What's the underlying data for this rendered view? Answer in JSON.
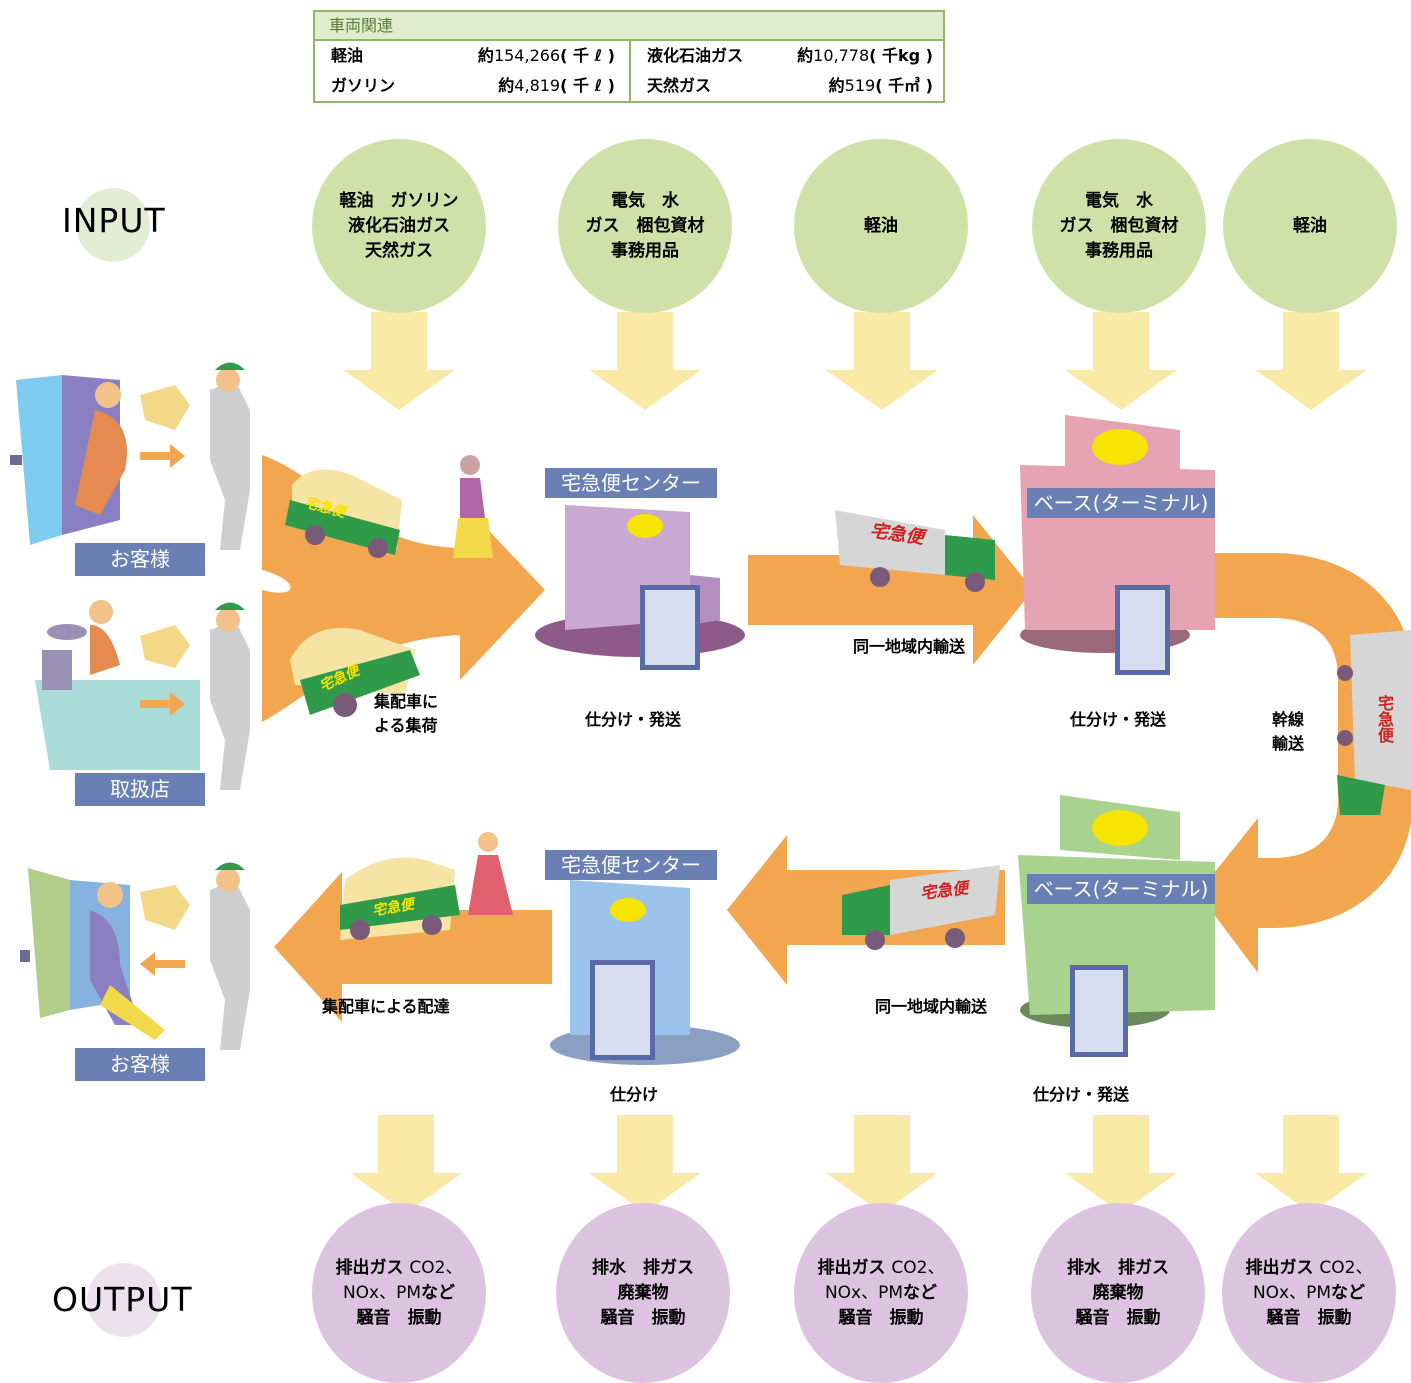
{
  "vehicle_table": {
    "title": "車両関連",
    "rows": [
      {
        "left_label": "軽油",
        "left_prefix": "約",
        "left_value": "154,266",
        "left_unit": "( 千 ℓ )",
        "right_label": "液化石油ガス",
        "right_prefix": "約",
        "right_value": "10,778",
        "right_unit": "( 千kg )"
      },
      {
        "left_label": "ガソリン",
        "left_prefix": "約",
        "left_value": "4,819",
        "left_unit": "( 千 ℓ )",
        "right_label": "天然ガス",
        "right_prefix": "約",
        "right_value": "519",
        "right_unit": "( 千㎥ )"
      }
    ]
  },
  "labels": {
    "input": "INPUT",
    "output": "OUTPUT"
  },
  "inputs": [
    "軽油　ガソリン\n液化石油ガス\n天然ガス",
    "電気　水\nガス　梱包資材\n事務用品",
    "軽油",
    "電気　水\nガス　梱包資材\n事務用品",
    "軽油"
  ],
  "outputs": [
    {
      "bold1": "排出ガス",
      "light1": "CO2、",
      "light2": "NOx、PM",
      "bold2": "など",
      "bold3": "騒音　振動"
    },
    {
      "bold1": "排水　排ガス",
      "light1": "",
      "light2": "",
      "bold2": "廃棄物",
      "bold3": "騒音　振動"
    },
    {
      "bold1": "排出ガス",
      "light1": "CO2、",
      "light2": "NOx、PM",
      "bold2": "など",
      "bold3": "騒音　振動"
    },
    {
      "bold1": "排水　排ガス",
      "light1": "",
      "light2": "",
      "bold2": "廃棄物",
      "bold3": "騒音　振動"
    },
    {
      "bold1": "排出ガス",
      "light1": "CO2、",
      "light2": "NOx、PM",
      "bold2": "など",
      "bold3": "騒音　振動"
    }
  ],
  "locations": {
    "customer_top": "お客様",
    "shop": "取扱店",
    "customer_bottom": "お客様",
    "center_top": "宅急便センター",
    "center_bottom": "宅急便センター",
    "base_top": "ベース(ターミナル)",
    "base_bottom": "ベース(ターミナル)"
  },
  "captions": {
    "pickup": "集配車に\nよる集荷",
    "sort_send_1": "仕分け・発送",
    "local_transport_1": "同一地域内輸送",
    "sort_send_2": "仕分け・発送",
    "trunk": "幹線\n輸送",
    "local_transport_2": "同一地域内輸送",
    "sort_send_3": "仕分け・発送",
    "sort": "仕分け",
    "delivery": "集配車による配達"
  },
  "truck_text": "宅急便",
  "colors": {
    "flow_arrow": "#f2a650",
    "input_circle": "#cfe1a8",
    "output_circle": "#dcc3df",
    "down_arrow": "#fbe9a6",
    "label_box": "#6a80b5",
    "table_border": "#93b56a"
  }
}
